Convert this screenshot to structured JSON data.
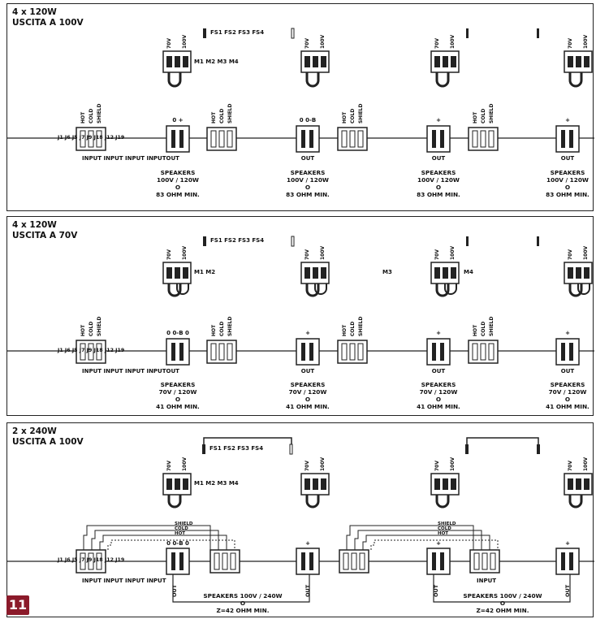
{
  "panels": [
    {
      "title": "4 x 120W\nUSCITA A 100V",
      "fuse_label": "FS1 FS2 FS3 FS4",
      "module_label": "M1 M2 M3 M4",
      "mid_label": "",
      "m4_label": "",
      "jack_label": "J1 J6 J5 J7 J9 J18 J12 J19",
      "input_label": "INPUT INPUT INPUT INPUTOUT",
      "pins": [
        "HOT",
        "COLD",
        "SHIELD"
      ],
      "vtaps": [
        "70V",
        "100V"
      ],
      "out_label": "OUT",
      "out_headers": [
        "0 +",
        "0 0-B",
        "+",
        "+"
      ],
      "speakers": [
        "SPEAKERS",
        "100V / 120W",
        "O",
        "83 OHM MIN."
      ]
    },
    {
      "title": "4 x 120W\nUSCITA A 70V",
      "fuse_label": "FS1 FS2 FS3 FS4",
      "module_label": "M1 M2",
      "mid_label": "M3",
      "m4_label": "M4",
      "jack_label": "J1 J6 J5 J7 J9 J18 J12 J19",
      "input_label": "INPUT INPUT INPUT INPUTOUT",
      "pins": [
        "HOT",
        "COLD",
        "SHIELD"
      ],
      "vtaps": [
        "70V",
        "100V"
      ],
      "out_label": "OUT",
      "out_headers": [
        "0 0-B 0",
        "+",
        "+",
        "+"
      ],
      "speakers": [
        "SPEAKERS",
        "70V / 120W",
        "O",
        "41 OHM MIN."
      ]
    },
    {
      "title": "2 x 240W\nUSCITA A 100V",
      "fuse_label": "FS1 FS2 FS3 FS4",
      "module_label": "M1 M2 M3 M4",
      "jack_label": "J1 J6 J5 J7 J9 J18 J12 J19",
      "input_label": "INPUT INPUT INPUT INPUT",
      "input_label_2": "INPUT",
      "pins": [
        "HOT",
        "COLD",
        "SHIELD"
      ],
      "bus_labels": [
        "SHIELD",
        "COLD",
        "HOT"
      ],
      "vtaps": [
        "70V",
        "100V"
      ],
      "out_label": "OUT",
      "out_headers": [
        "0 0-B 0",
        "+"
      ],
      "speakers": [
        "SPEAKERS 100V / 240W",
        "O",
        "Z=42 OHM MIN."
      ]
    }
  ],
  "page_number": "11"
}
